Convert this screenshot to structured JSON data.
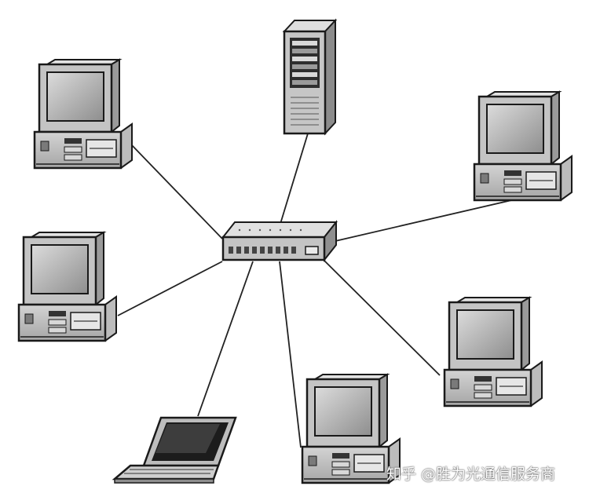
{
  "diagram": {
    "topology": "star",
    "hub": {
      "id": "switch",
      "icon": "network-switch-icon"
    },
    "nodes": [
      {
        "id": "server",
        "icon": "tower-server-icon"
      },
      {
        "id": "pc-top-left",
        "icon": "desktop-computer-icon"
      },
      {
        "id": "pc-mid-left",
        "icon": "desktop-computer-icon"
      },
      {
        "id": "pc-top-right",
        "icon": "desktop-computer-icon"
      },
      {
        "id": "pc-mid-right",
        "icon": "desktop-computer-icon"
      },
      {
        "id": "pc-bottom",
        "icon": "desktop-computer-icon"
      },
      {
        "id": "laptop",
        "icon": "laptop-icon"
      }
    ],
    "edges": [
      {
        "from": "switch",
        "to": "server"
      },
      {
        "from": "switch",
        "to": "pc-top-left"
      },
      {
        "from": "switch",
        "to": "pc-mid-left"
      },
      {
        "from": "switch",
        "to": "pc-top-right"
      },
      {
        "from": "switch",
        "to": "pc-mid-right"
      },
      {
        "from": "switch",
        "to": "pc-bottom"
      },
      {
        "from": "switch",
        "to": "laptop"
      }
    ]
  },
  "watermark": {
    "text": "知乎 @胜为光通信服务商"
  },
  "colors": {
    "device_fill": "#c8c8c8",
    "screen": "#a8a8a8",
    "outline": "#1a1a1a",
    "line": "#222222"
  }
}
